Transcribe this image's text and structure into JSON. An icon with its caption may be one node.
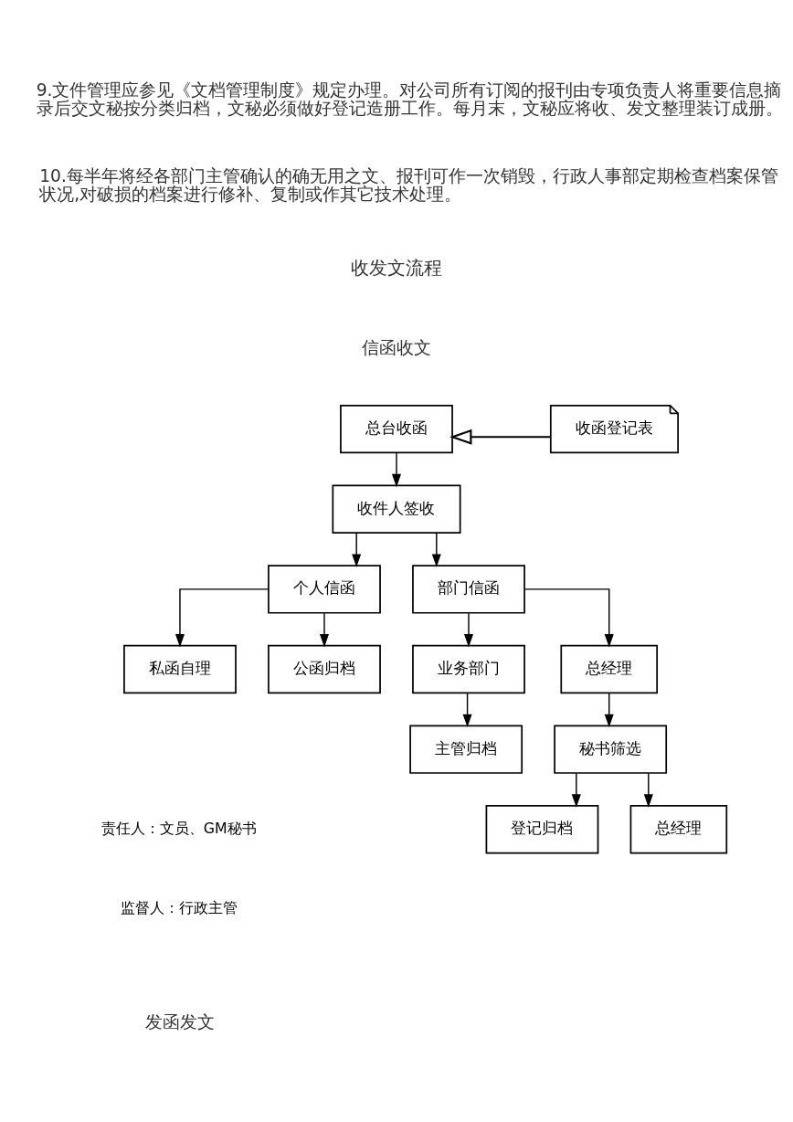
{
  "diagram": {
    "nodes": [
      {
        "text": [
          "总台收函"
        ]
      },
      {
        "text": [
          "收函登记表"
        ]
      },
      {
        "text": [
          "收件人签收"
        ]
      },
      {
        "text": [
          "个人信函"
        ]
      },
      {
        "text": [
          "部门信函"
        ]
      },
      {
        "text": [
          "私函自理"
        ]
      },
      {
        "text": [
          "公函归档"
        ]
      },
      {
        "text": [
          "业务部门"
        ]
      },
      {
        "text": [
          "总经理"
        ]
      },
      {
        "text": [
          "主管归档"
        ]
      },
      {
        "text": [
          "秘书筛选"
        ]
      },
      {
        "text": [
          "登记归档"
        ]
      },
      {
        "text": [
          "总经理"
        ]
      }
    ],
    "edges": [
      {
        "from": 1,
        "to": 0,
        "arrow": "to"
      },
      {
        "from": 0,
        "to": 2,
        "arrow": "to"
      },
      {
        "from": 2,
        "to": 3,
        "arrow": "to"
      },
      {
        "from": 2,
        "to": 4,
        "arrow": "to"
      },
      {
        "from": 3,
        "to": 5,
        "arrow": "to"
      },
      {
        "from": 3,
        "to": 6,
        "arrow": "to"
      },
      {
        "from": 4,
        "to": 7,
        "arrow": "to"
      },
      {
        "from": 4,
        "to": 8,
        "arrow": "to"
      },
      {
        "from": 7,
        "to": 9,
        "arrow": "to"
      },
      {
        "from": 8,
        "to": 10,
        "arrow": "to"
      },
      {
        "from": 10,
        "to": 11,
        "arrow": "to"
      },
      {
        "from": 10,
        "to": 12,
        "arrow": "to"
      }
    ],
    "labels": [
      "9.文件管理应参见《文档管理制度》规定办理。对公司所有订阅的报刊由专项负责人将重要信息摘录后交文秘按分类归档，文秘必须做好登记造册工作。每月末，文秘应将收、发文整理装订成册。",
      "10.每半年将经各部门主管确认的确无用之文、报刊可作一次销毁，行政人事部定期检查档案保管状况,对破损的档案进行修补、复制或作其它技术处理。",
      "收发文流程",
      "信函收文",
      "责任人：文员、GM秘书",
      "监督人：行政主管",
      "发函发文"
    ]
  }
}
